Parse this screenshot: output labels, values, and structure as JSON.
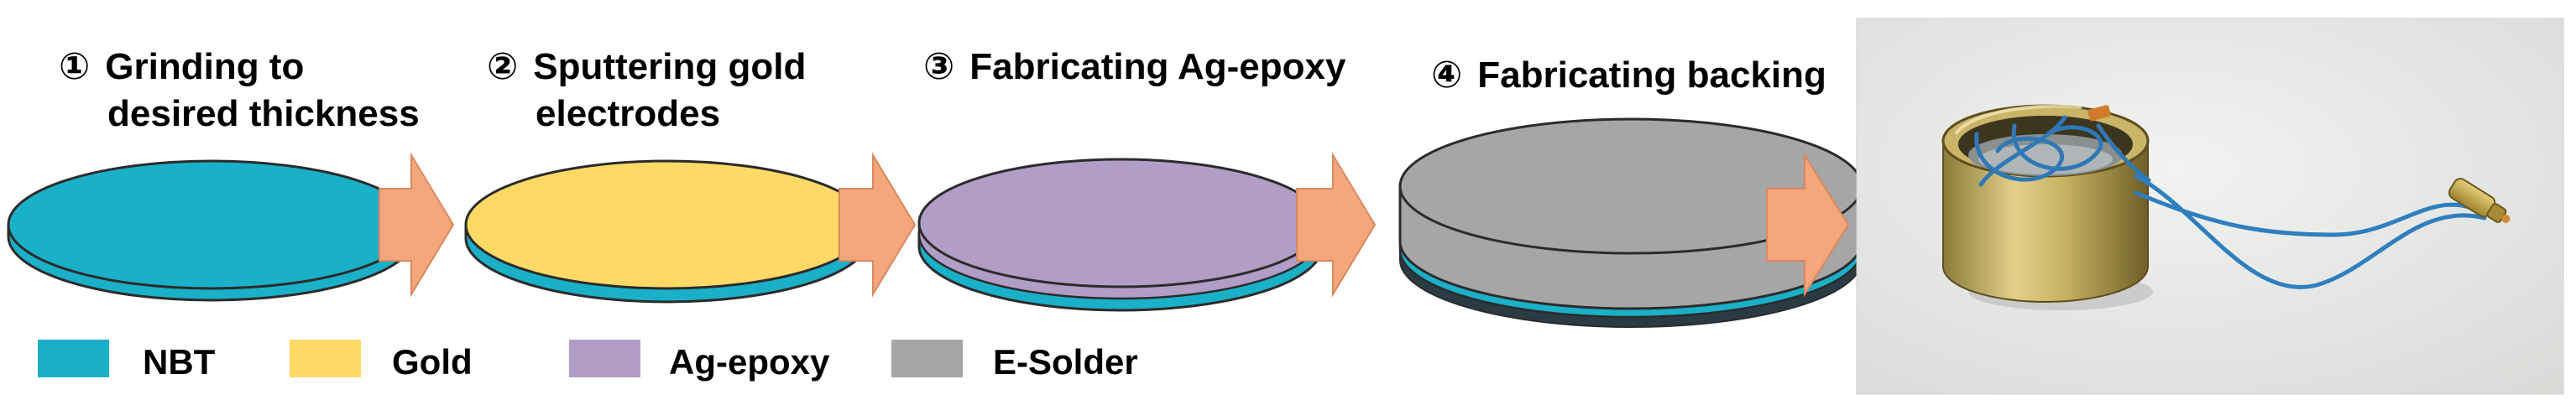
{
  "steps": [
    {
      "number": "①",
      "title_line1": "Grinding to",
      "title_line2": "desired thickness"
    },
    {
      "number": "②",
      "title_line1": "Sputtering gold",
      "title_line2": "electrodes"
    },
    {
      "number": "③",
      "title_line1": "Fabricating Ag-epoxy",
      "title_line2": ""
    },
    {
      "number": "④",
      "title_line1": "Fabricating backing",
      "title_line2": ""
    }
  ],
  "legend": [
    {
      "label": "NBT",
      "color": "#1ab0c8"
    },
    {
      "label": "Gold",
      "color": "#ffd966"
    },
    {
      "label": "Ag-epoxy",
      "color": "#b29dc7"
    },
    {
      "label": "E-Solder",
      "color": "#a6a6a6"
    }
  ],
  "colors": {
    "nbt": "#1ab0c8",
    "gold": "#ffd966",
    "ag_epoxy": "#b29dc7",
    "e_solder": "#a6a6a6",
    "arrow": "#f6a67c",
    "outline": "#333333"
  },
  "photo": {
    "icon": "transducer-photo"
  }
}
